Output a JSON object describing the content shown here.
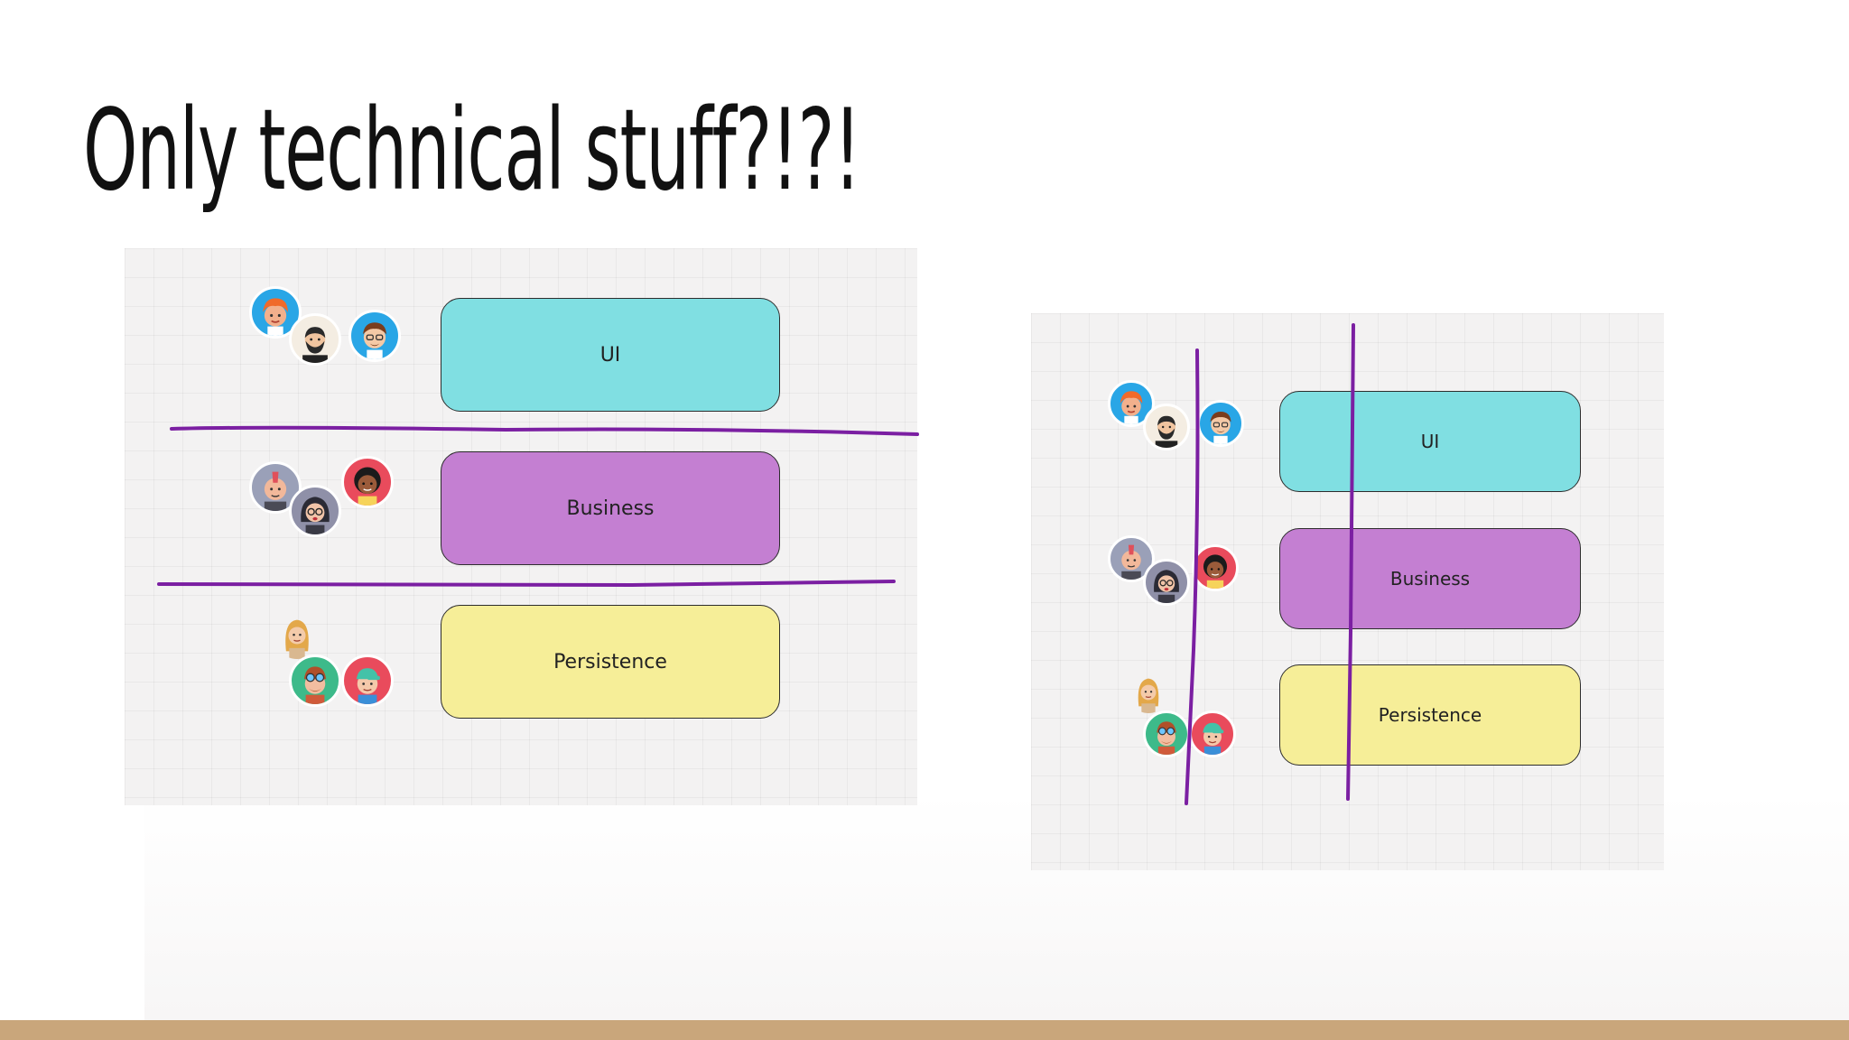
{
  "slide": {
    "title": "Only technical stuff?!?!"
  },
  "colors": {
    "ui_layer": "#80dfe2",
    "business_layer": "#c47fd2",
    "persistence_layer": "#f6ee98",
    "ink_line": "#7b1fa2",
    "footer_bar": "#c9a67b"
  },
  "left_board": {
    "layers": [
      {
        "label": "UI"
      },
      {
        "label": "Business"
      },
      {
        "label": "Persistence"
      }
    ]
  },
  "right_board": {
    "layers": [
      {
        "label": "UI"
      },
      {
        "label": "Business"
      },
      {
        "label": "Persistence"
      }
    ]
  }
}
